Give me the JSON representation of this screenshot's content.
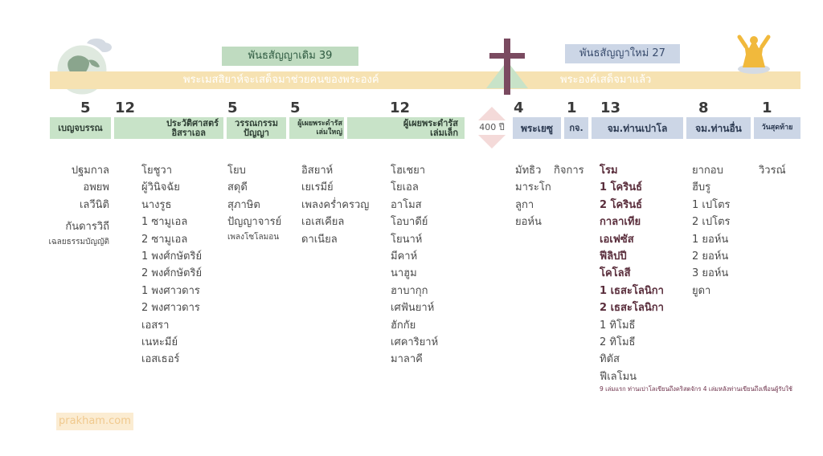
{
  "header": {
    "old_testament_title": "พันธสัญญาเดิม 39",
    "new_testament_title": "พันธสัญญาใหม่ 27",
    "ot_band_text": "พระเมสสิยาห์จะเสด็จมาช่วยคนของพระองค์",
    "nt_band_text": "พระองค์เสด็จมาแล้ว"
  },
  "icons": {
    "globe": "globe-icon",
    "cross": "cross-icon",
    "angel": "angel-icon",
    "gap": "diamond-arrow-icon"
  },
  "colors": {
    "band": "#f6e2b2",
    "ot_category": "#c8e3c8",
    "nt_category": "#ccd6e6",
    "cross": "#7a4a60",
    "angel": "#f1b93c"
  },
  "gap": {
    "label": "400 ปี"
  },
  "categories": [
    {
      "count": "5",
      "label": "เบญจบรรณ"
    },
    {
      "count": "12",
      "label_line1": "ประวัติศาสตร์",
      "label_line2": "อิสราเอล"
    },
    {
      "count": "5",
      "label_line1": "วรรณกรรม",
      "label_line2": "ปัญญา"
    },
    {
      "count": "5",
      "label_line1": "ผู้เผยพระดำรัส",
      "label_line2": "เล่มใหญ่"
    },
    {
      "count": "12",
      "label_line1": "ผู้เผยพระดำรัส",
      "label_line2": "เล่มเล็ก"
    },
    {
      "count": "4",
      "label": "พระเยซู"
    },
    {
      "count": "1",
      "label": "กจ."
    },
    {
      "count": "13",
      "label": "จม.ท่านเปาโล"
    },
    {
      "count": "8",
      "label": "จม.ท่านอื่น"
    },
    {
      "count": "1",
      "label": "วันสุดท้าย"
    }
  ],
  "books": {
    "law": [
      "ปฐมกาล",
      "อพยพ",
      "เลวีนิติ",
      "กันดารวิถี",
      "เฉลยธรรมบัญญัติ"
    ],
    "history": [
      "โยชูวา",
      "ผู้วินิจฉัย",
      "นางรูธ",
      "1 ซามูเอล",
      "2 ซามูเอล",
      "1 พงศ์กษัตริย์",
      "2 พงศ์กษัตริย์",
      "1 พงศาวดาร",
      "2 พงศาวดาร",
      "เอสรา",
      "เนหะมีย์",
      "เอสเธอร์"
    ],
    "wisdom": [
      "โยบ",
      "สดุดี",
      "สุภาษิต",
      "ปัญญาจารย์",
      "เพลงโซโลมอน"
    ],
    "major_prophets": [
      "อิสยาห์",
      "เยเรมีย์",
      "เพลงคร่ำครวญ",
      "เอเสเคียล",
      "ดาเนียล"
    ],
    "minor_prophets": [
      "โฮเชยา",
      "โยเอล",
      "อาโมส",
      "โอบาดีย์",
      "โยนาห์",
      "มีคาห์",
      "นาฮูม",
      "ฮาบากุก",
      "เศฟันยาห์",
      "ฮักกัย",
      "เศคาริยาห์",
      "มาลาคี"
    ],
    "gospels": [
      "มัทธิว",
      "มาระโก",
      "ลูกา",
      "ยอห์น"
    ],
    "acts": [
      "กิจการ"
    ],
    "paul_bold": [
      "โรม",
      "1 โครินธ์",
      "2 โครินธ์",
      "กาลาเทีย",
      "เอเฟซัส",
      "ฟีลิปปี",
      "โคโลสี",
      "1 เธสะโลนิกา",
      "2 เธสะโลนิกา"
    ],
    "paul_regular": [
      "1 ทิโมธี",
      "2 ทิโมธี",
      "ทิตัส",
      "ฟีเลโมน"
    ],
    "paul_note": "9 เล่มแรก ท่านเปาโลเขียนถึงคริสตจักร 4 เล่มหลังท่านเขียนถึงเพื่อนผู้รับใช้",
    "general": [
      "ยากอบ",
      "ฮีบรู",
      "1 เปโตร",
      "2 เปโตร",
      "1 ยอห์น",
      "2 ยอห์น",
      "3 ยอห์น",
      "ยูดา"
    ],
    "revelation": [
      "วิวรณ์"
    ]
  },
  "footer": {
    "watermark": "prakham.com"
  }
}
